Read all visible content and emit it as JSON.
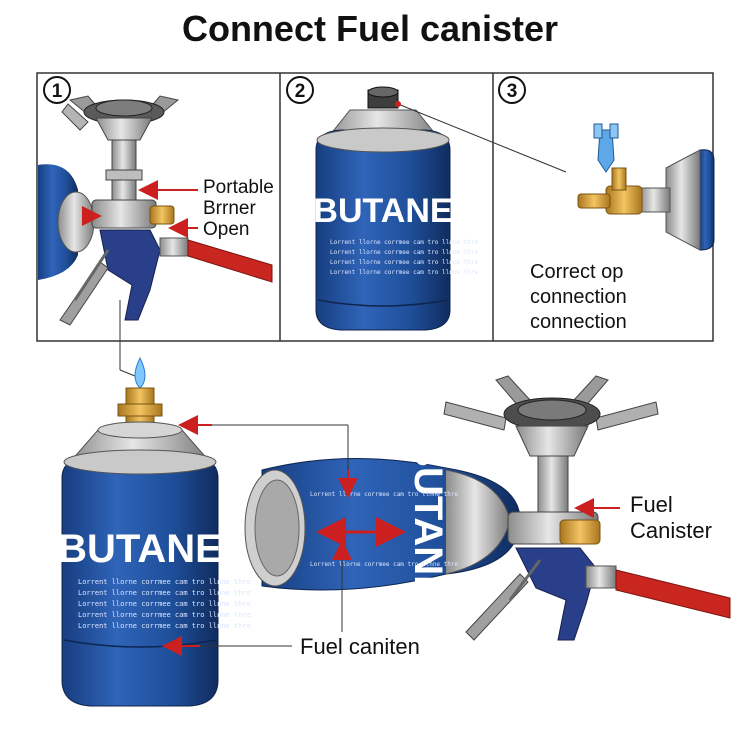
{
  "title": "Connect Fuel canister",
  "panels": [
    {
      "step": "1",
      "labels": [
        "Portable",
        "Brrner",
        "Open"
      ]
    },
    {
      "step": "2",
      "can_text": "BUTANE"
    },
    {
      "step": "3",
      "labels": [
        "Correct op",
        "connection",
        "connection"
      ]
    }
  ],
  "bottom": {
    "left_can_text": "BUTANE",
    "tilted_can_text": "BUTANE",
    "fuel_canister_label": [
      "Fuel",
      "Canister"
    ],
    "fuel_caniten_label": "Fuel caniten"
  },
  "fine_print": "Lorrent llorne corrmee cam tro llnne thre",
  "colors": {
    "can_blue": "#1f4f9a",
    "arrow_red": "#cc1f1f",
    "hose_red": "#c8261f",
    "brass": "#d9a441"
  }
}
